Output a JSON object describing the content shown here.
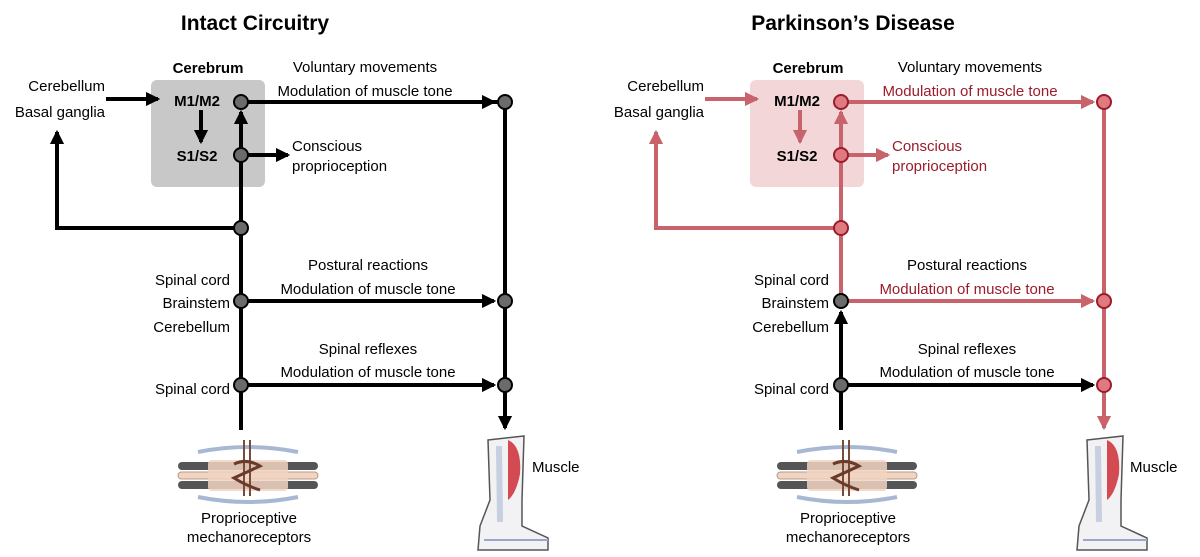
{
  "colors": {
    "black": "#000000",
    "node_fill": "#6b6b6b",
    "cerebrum_box_normal": "#c8c8c8",
    "cerebrum_box_pd": "#f3d7d8",
    "pd_line": "#c8636b",
    "pd_node": "#e07a80",
    "pd_text": "#9b1c2b"
  },
  "panels": [
    {
      "title": "Intact Circuitry",
      "cerebrum": "Cerebrum",
      "m1m2": "M1/M2",
      "s1s2": "S1/S2",
      "input_1": "Cerebellum",
      "input_2": "Basal ganglia",
      "voluntary": "Voluntary movements",
      "mod_top": "Modulation of muscle tone",
      "conscious_1": "Conscious",
      "conscious_2": "proprioception",
      "spinal_cord_upper": "Spinal cord",
      "brainstem": "Brainstem",
      "cerebellum_lower": "Cerebellum",
      "postural": "Postural reactions",
      "mod_mid": "Modulation of muscle tone",
      "spinal_cord_lower": "Spinal cord",
      "spinal_reflexes": "Spinal reflexes",
      "mod_bottom": "Modulation of muscle tone",
      "receptor_1": "Proprioceptive",
      "receptor_2": "mechanoreceptors",
      "muscle": "Muscle"
    },
    {
      "title": "Parkinson’s Disease",
      "cerebrum": "Cerebrum",
      "m1m2": "M1/M2",
      "s1s2": "S1/S2",
      "input_1": "Cerebellum",
      "input_2": "Basal ganglia",
      "voluntary": "Voluntary movements",
      "mod_top": "Modulation of muscle tone",
      "conscious_1": "Conscious",
      "conscious_2": "proprioception",
      "spinal_cord_upper": "Spinal cord",
      "brainstem": "Brainstem",
      "cerebellum_lower": "Cerebellum",
      "postural": "Postural reactions",
      "mod_mid": "Modulation of muscle tone",
      "spinal_cord_lower": "Spinal cord",
      "spinal_reflexes": "Spinal reflexes",
      "mod_bottom": "Modulation of muscle tone",
      "receptor_1": "Proprioceptive",
      "receptor_2": "mechanoreceptors",
      "muscle": "Muscle"
    }
  ]
}
